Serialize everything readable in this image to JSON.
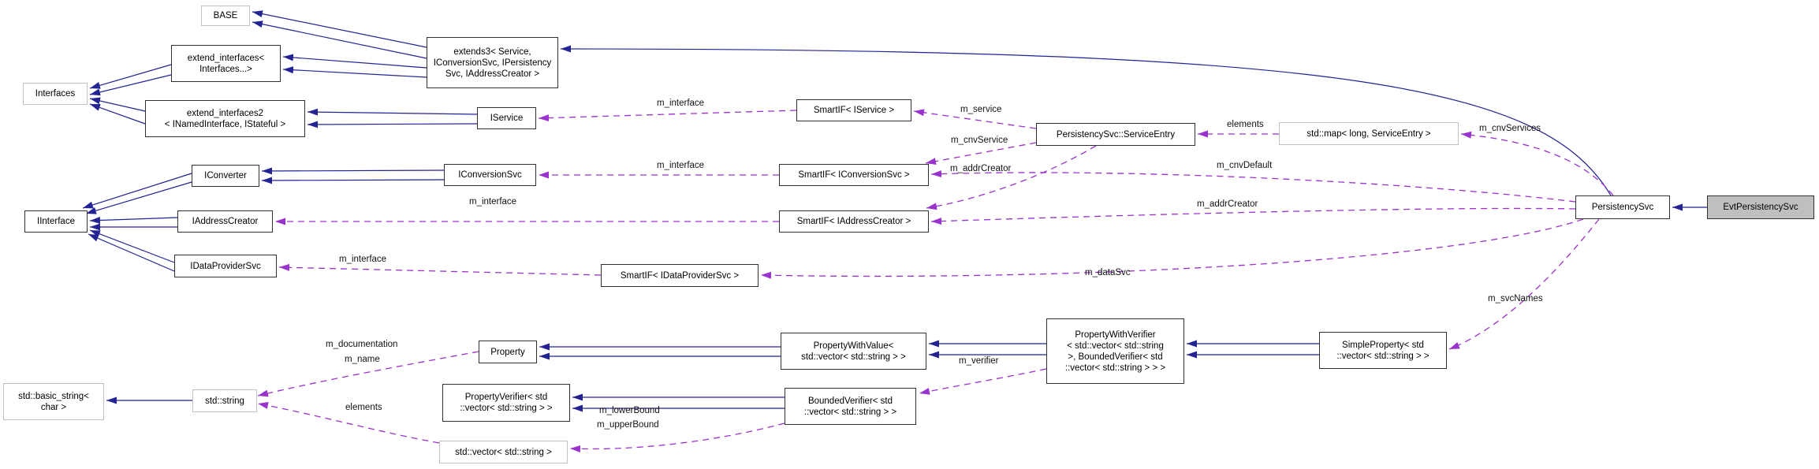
{
  "diagram": {
    "type": "doxygen-collaboration-graph",
    "colors": {
      "inheritance_edge": "#232394",
      "usage_edge": "#9a32cd",
      "current_node_fill": "#bfbfbf",
      "external_node_border": "#c0c0c0"
    },
    "nodes": {
      "base": {
        "label": "BASE"
      },
      "extend_interfaces": {
        "label": "extend_interfaces<\nInterfaces...>"
      },
      "interfaces": {
        "label": "Interfaces"
      },
      "extend_interfaces2": {
        "label": "extend_interfaces2\n< INamedInterface, IStateful >"
      },
      "extends3": {
        "label": "extends3< Service,\nIConversionSvc, IPersistency\nSvc, IAddressCreator >"
      },
      "iservice": {
        "label": "IService"
      },
      "iconverter": {
        "label": "IConverter"
      },
      "iconversionsvc": {
        "label": "IConversionSvc"
      },
      "iinterface": {
        "label": "IInterface"
      },
      "iaddresscreator": {
        "label": "IAddressCreator"
      },
      "idataprovidersvc": {
        "label": "IDataProviderSvc"
      },
      "smartif_iservice": {
        "label": "SmartIF< IService >"
      },
      "smartif_iconversionsvc": {
        "label": "SmartIF< IConversionSvc >"
      },
      "smartif_iaddresscreator": {
        "label": "SmartIF< IAddressCreator >"
      },
      "smartif_idataprovidersvc": {
        "label": "SmartIF< IDataProviderSvc >"
      },
      "serviceentry": {
        "label": "PersistencySvc::ServiceEntry"
      },
      "std_map": {
        "label": "std::map< long, ServiceEntry >"
      },
      "persistencysvc": {
        "label": "PersistencySvc"
      },
      "evtpersistencysvc": {
        "label": "EvtPersistencySvc"
      },
      "property": {
        "label": "Property"
      },
      "basic_string": {
        "label": "std::basic_string<\nchar >"
      },
      "std_string": {
        "label": "std::string"
      },
      "propertyverifier": {
        "label": "PropertyVerifier< std\n::vector< std::string > >"
      },
      "std_vector": {
        "label": "std::vector< std::string >"
      },
      "propertywithvalue": {
        "label": "PropertyWithValue<\nstd::vector< std::string > >"
      },
      "boundedverifier": {
        "label": "BoundedVerifier< std\n::vector< std::string > >"
      },
      "propertywithverifier": {
        "label": "PropertyWithVerifier\n< std::vector< std::string\n >, BoundedVerifier< std\n::vector< std::string > > >"
      },
      "simpleproperty": {
        "label": "SimpleProperty< std\n::vector< std::string > >"
      }
    },
    "edge_labels": {
      "m_interface_service": {
        "text": "m_interface"
      },
      "m_interface_conversion": {
        "text": "m_interface"
      },
      "m_interface_address": {
        "text": "m_interface"
      },
      "m_interface_dataprovider": {
        "text": "m_interface"
      },
      "m_service": {
        "text": "m_service"
      },
      "m_cnvService": {
        "text": "m_cnvService"
      },
      "m_addrCreator_entry": {
        "text": "m_addrCreator"
      },
      "elements_map": {
        "text": "elements"
      },
      "m_cnvDefault": {
        "text": "m_cnvDefault"
      },
      "m_addrCreator_svc": {
        "text": "m_addrCreator"
      },
      "m_dataSvc": {
        "text": "m_dataSvc"
      },
      "m_cnvServices": {
        "text": "m_cnvServices"
      },
      "m_svcNames": {
        "text": "m_svcNames"
      },
      "m_documentation": {
        "text": "m_documentation"
      },
      "m_name": {
        "text": "m_name"
      },
      "elements_vector": {
        "text": "elements"
      },
      "m_verifier": {
        "text": "m_verifier"
      },
      "m_lowerBound": {
        "text": "m_lowerBound"
      },
      "m_upperBound": {
        "text": "m_upperBound"
      }
    }
  }
}
